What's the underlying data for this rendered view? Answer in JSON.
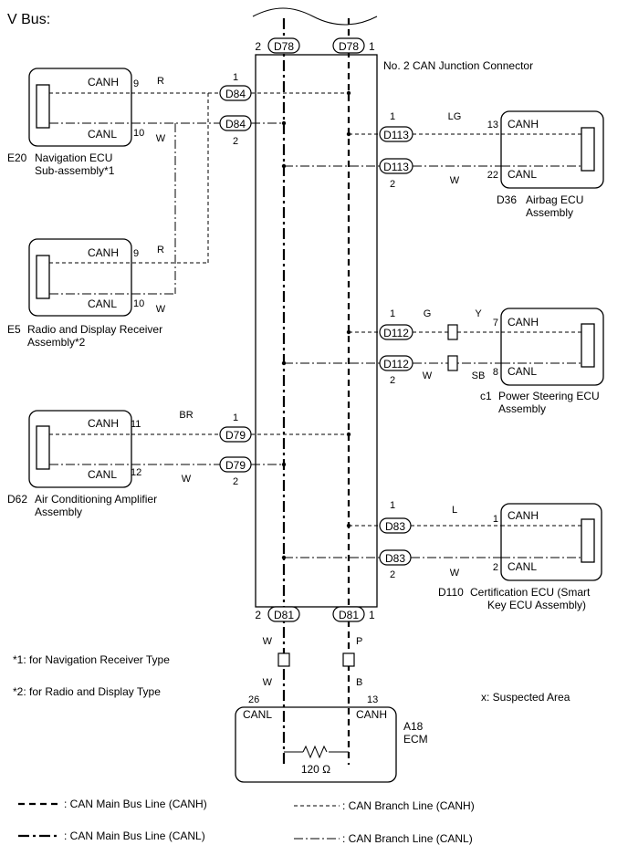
{
  "title": "V Bus:",
  "junction": {
    "name": "No. 2 CAN Junction Connector",
    "top_left": {
      "id": "D78",
      "pin": "2"
    },
    "top_right": {
      "id": "D78",
      "pin": "1"
    },
    "bottom_left": {
      "id": "D81",
      "pin": "2"
    },
    "bottom_right": {
      "id": "D81",
      "pin": "1"
    }
  },
  "ecus": {
    "e20": {
      "code": "E20",
      "name_line1": "Navigation ECU",
      "name_line2": "Sub-assembly*1",
      "canh": "CANH",
      "canl": "CANL",
      "pin_h": "9",
      "pin_l": "10",
      "wire_h": "R",
      "wire_l": "W",
      "conn": "D84",
      "conn_pin_h": "1",
      "conn_pin_l": "2"
    },
    "e5": {
      "code": "E5",
      "name_line1": "Radio and Display Receiver",
      "name_line2": "Assembly*2",
      "canh": "CANH",
      "canl": "CANL",
      "pin_h": "9",
      "pin_l": "10",
      "wire_h": "R",
      "wire_l": "W"
    },
    "d62": {
      "code": "D62",
      "name_line1": "Air Conditioning Amplifier",
      "name_line2": "Assembly",
      "canh": "CANH",
      "canl": "CANL",
      "pin_h": "11",
      "pin_l": "12",
      "wire_h": "BR",
      "wire_l": "W",
      "conn": "D79",
      "conn_pin_h": "1",
      "conn_pin_l": "2"
    },
    "d36": {
      "code": "D36",
      "name_line1": "Airbag ECU",
      "name_line2": "Assembly",
      "canh": "CANH",
      "canl": "CANL",
      "pin_h": "13",
      "pin_l": "22",
      "wire_h": "LG",
      "wire_l": "W",
      "conn": "D113",
      "conn_pin_h": "1",
      "conn_pin_l": "2"
    },
    "c1": {
      "code": "c1",
      "name_line1": "Power Steering ECU",
      "name_line2": "Assembly",
      "canh": "CANH",
      "canl": "CANL",
      "pin_h": "7",
      "pin_l": "8",
      "wire_h_left": "G",
      "wire_h_right": "Y",
      "wire_l_left": "W",
      "wire_l_right": "SB",
      "conn": "D112",
      "conn_pin_h": "1",
      "conn_pin_l": "2"
    },
    "d110": {
      "code": "D110",
      "name_line1": "Certification ECU (Smart",
      "name_line2": "Key ECU Assembly)",
      "canh": "CANH",
      "canl": "CANL",
      "pin_h": "1",
      "pin_l": "2",
      "wire_h": "L",
      "wire_l": "W",
      "conn": "D83",
      "conn_pin_h": "1",
      "conn_pin_l": "2"
    },
    "a18": {
      "code": "A18",
      "name": "ECM",
      "canh": "CANH",
      "canl": "CANL",
      "pin_h": "13",
      "pin_l": "26",
      "wire_h_top": "P",
      "wire_h_bottom": "B",
      "wire_l_top": "W",
      "wire_l_bottom": "W",
      "resistor": "120 Ω"
    }
  },
  "notes": {
    "n1": "*1: for Navigation Receiver Type",
    "n2": "*2: for Radio and Display Type",
    "suspected": "x: Suspected Area"
  },
  "legend": {
    "main_canh": ": CAN Main Bus Line (CANH)",
    "main_canl": ": CAN Main Bus Line (CANL)",
    "branch_canh": ": CAN Branch Line (CANH)",
    "branch_canl": ": CAN Branch Line (CANL)"
  }
}
